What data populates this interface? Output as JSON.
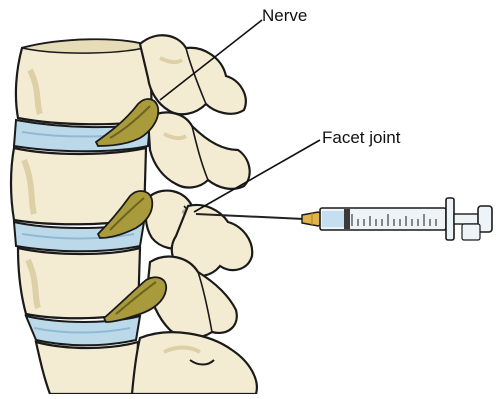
{
  "labels": {
    "nerve": "Nerve",
    "facet_joint": "Facet joint"
  },
  "colors": {
    "bone_fill": "#f4ecd2",
    "bone_shade": "#ddd0a6",
    "bone_outline": "#1a1a1a",
    "disc_fill": "#bcd9ea",
    "disc_shade": "#8fbad4",
    "nerve_fill": "#a99a3c",
    "nerve_dark": "#6d6320",
    "syringe_barrel": "#eef3f7",
    "syringe_liquid": "#c6dff0",
    "syringe_hub": "#e0b44a",
    "needle": "#222222"
  },
  "icons": [
    "spine-vertebrae-illustration",
    "syringe-icon"
  ]
}
